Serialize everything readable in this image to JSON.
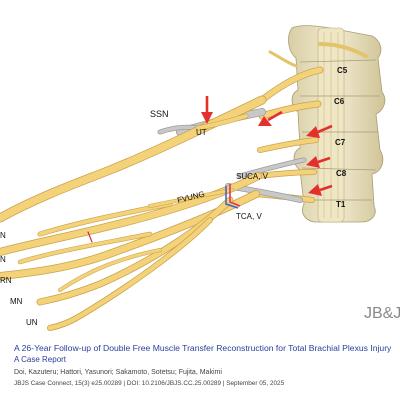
{
  "figure": {
    "vertebra_labels": [
      "C5",
      "C6",
      "C7",
      "C8",
      "T1"
    ],
    "nerve_labels": {
      "ssn": "SSN",
      "ut": "UT",
      "suca": "SUCA, V",
      "fvung": "FVUNG",
      "tca": "TCA, V",
      "n1": "N",
      "n2": "N",
      "rn": "RN",
      "mn": "MN",
      "un": "UN"
    },
    "colors": {
      "nerve": "#f3d27a",
      "nerve_outline": "#c9a24a",
      "graft": "#c2c2c2",
      "arrow": "#e3302c",
      "vessel_red": "#d83a5e",
      "vessel_blue": "#4a62c8"
    },
    "logo": "JB&J"
  },
  "caption": {
    "title": "A 26-Year Follow-up of Double Free Muscle Transfer Reconstruction for Total Brachial Plexus Injury",
    "type": "A Case Report",
    "authors": "Doi, Kazuteru; Hattori, Yasunori; Sakamoto, Sotetsu; Fujita, Makimi",
    "citation": "JBJS Case Connect, 15(3) e25.00289 | DOI: 10.2106/JBJS.CC.25.00289 | September 05, 2025"
  }
}
